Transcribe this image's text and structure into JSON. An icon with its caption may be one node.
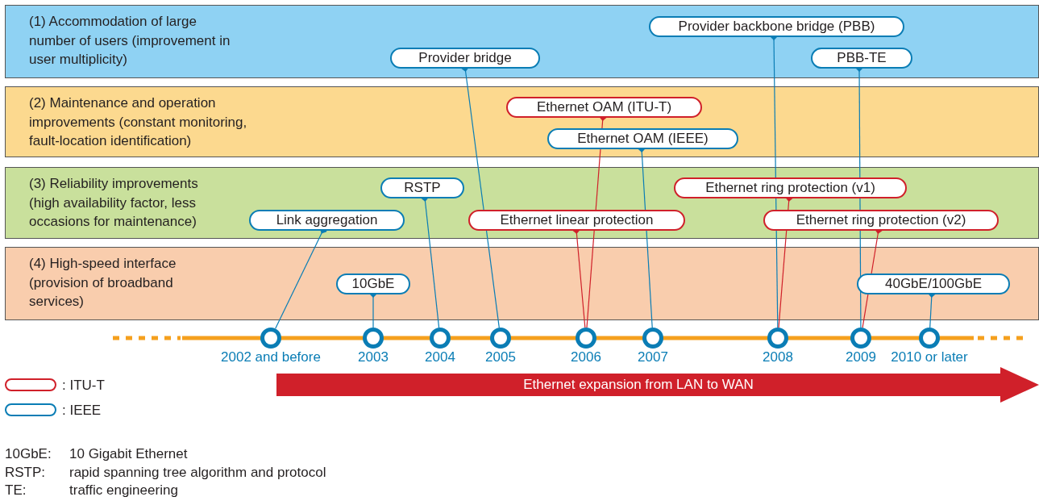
{
  "diagram": {
    "nodes": [
      {
        "text": [
          "(1) Accommodation of large number of users (improvement in user multiplicity)"
        ]
      },
      {
        "text": [
          "(2) Maintenance and operation improvements (constant monitoring, fault-location identification)"
        ]
      },
      {
        "text": [
          "(3) Reliability improvements (high availability factor, less occasions for maintenance)"
        ]
      },
      {
        "text": [
          "(4) High-speed interface (provision of broadband services)"
        ]
      },
      {
        "text": [
          "Provider backbone bridge (PBB)"
        ],
        "in": 0
      },
      {
        "text": [
          "Provider bridge"
        ],
        "in": 0
      },
      {
        "text": [
          "PBB-TE"
        ],
        "in": 0
      },
      {
        "text": [
          "Ethernet OAM (ITU-T)"
        ],
        "in": 1
      },
      {
        "text": [
          "Ethernet OAM (IEEE)"
        ],
        "in": 1
      },
      {
        "text": [
          "RSTP"
        ],
        "in": 2
      },
      {
        "text": [
          "Ethernet ring protection (v1)"
        ],
        "in": 2
      },
      {
        "text": [
          "Link aggregation"
        ],
        "in": 2
      },
      {
        "text": [
          "Ethernet linear protection"
        ],
        "in": 2
      },
      {
        "text": [
          "Ethernet ring protection (v2)"
        ],
        "in": 2
      },
      {
        "text": [
          "10GbE"
        ],
        "in": 3
      },
      {
        "text": [
          "40GbE/100GbE"
        ],
        "in": 3
      },
      {
        "text": [],
        "shape": "circle",
        "beside": [
          "2002 and before"
        ]
      },
      {
        "text": [],
        "shape": "circle",
        "beside": [
          "2003"
        ]
      },
      {
        "text": [],
        "shape": "circle",
        "beside": [
          "2004"
        ]
      },
      {
        "text": [],
        "shape": "circle",
        "beside": [
          "2005"
        ]
      },
      {
        "text": [],
        "shape": "circle",
        "beside": [
          "2006"
        ]
      },
      {
        "text": [],
        "shape": "circle",
        "beside": [
          "2007"
        ]
      },
      {
        "text": [],
        "shape": "circle",
        "beside": [
          "2008"
        ]
      },
      {
        "text": [],
        "shape": "circle",
        "beside": [
          "2009"
        ]
      },
      {
        "text": [],
        "shape": "circle",
        "beside": [
          "2010 or later"
        ]
      },
      {
        "text": [
          "Ethernet expansion from LAN to WAN"
        ]
      }
    ],
    "edges": [
      {
        "from": 5,
        "to": 19,
        "arrow": "other"
      },
      {
        "from": 4,
        "to": 22,
        "arrow": "other"
      },
      {
        "from": 6,
        "to": 23,
        "arrow": "other"
      },
      {
        "from": 7,
        "to": 20,
        "arrow": "other",
        "color": "#d0202a"
      },
      {
        "from": 8,
        "to": 21,
        "arrow": "other"
      },
      {
        "from": 9,
        "to": 18,
        "arrow": "other"
      },
      {
        "from": 10,
        "to": 22,
        "arrow": "other",
        "color": "#d0202a"
      },
      {
        "from": 11,
        "to": 16,
        "arrow": "other"
      },
      {
        "from": 12,
        "to": 20,
        "arrow": "other",
        "color": "#d0202a"
      },
      {
        "from": 13,
        "to": 23,
        "arrow": "other",
        "color": "#d0202a"
      },
      {
        "from": 14,
        "to": 17,
        "arrow": "other"
      },
      {
        "from": 15,
        "to": 24,
        "arrow": "other"
      }
    ],
    "labels": [
      "10GbE:",
      "10 Gigabit Ethernet",
      "RSTP:",
      "rapid spanning tree algorithm and protocol",
      "TE:",
      "traffic engineering"
    ],
    "legend": [
      {
        "text": ": ITU-T"
      },
      {
        "text": ": IEEE"
      }
    ]
  }
}
